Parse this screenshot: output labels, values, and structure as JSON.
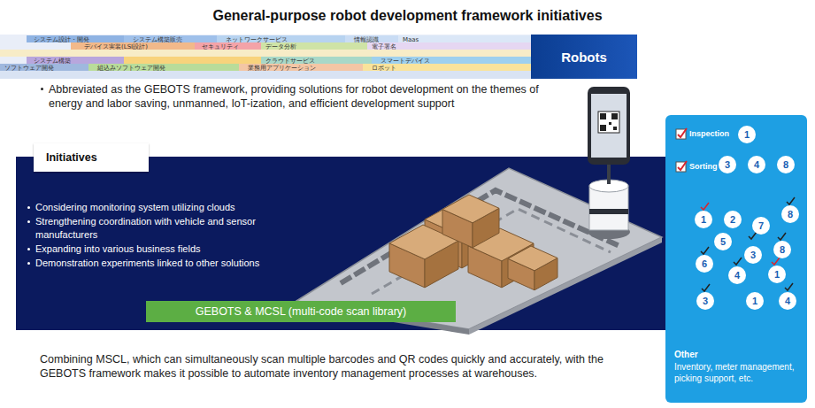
{
  "diagram": {
    "title": "General-purpose robot development framework initiatives",
    "nodes": [
      {
        "text": [
          "Robots"
        ]
      },
      {
        "text": [
          "Considering monitoring system utilizing clouds",
          "Strengthening coordination with vehicle and sensor manufacturers",
          "Expanding into various business fields",
          "Demonstration experiments linked to other solutions"
        ]
      },
      {
        "text": [
          "Initiatives"
        ],
        "in": 1
      },
      {
        "text": [
          "GEBOTS & MCSL (multi-code scan library)"
        ],
        "in": 1
      },
      {
        "text": [
          "Inspection",
          "Sorting",
          "Other",
          "Inventory, meter management, picking support, etc."
        ]
      },
      {
        "text": [
          "1"
        ],
        "in": 4
      },
      {
        "text": [
          "3"
        ],
        "in": 4
      },
      {
        "text": [
          "4"
        ],
        "in": 4
      },
      {
        "text": [
          "8"
        ],
        "in": 4
      },
      {
        "text": [
          "1"
        ],
        "in": 4
      },
      {
        "text": [
          "2"
        ],
        "in": 4
      },
      {
        "text": [
          "7"
        ],
        "in": 4
      },
      {
        "text": [
          "8"
        ],
        "in": 4
      },
      {
        "text": [
          "5"
        ],
        "in": 4
      },
      {
        "text": [
          "3"
        ],
        "in": 4
      },
      {
        "text": [
          "8"
        ],
        "in": 4
      },
      {
        "text": [
          "6"
        ],
        "in": 4
      },
      {
        "text": [
          "4"
        ],
        "in": 4
      },
      {
        "text": [
          "1"
        ],
        "in": 4
      },
      {
        "text": [
          "3"
        ],
        "in": 4
      },
      {
        "text": [
          "1"
        ],
        "in": 4
      },
      {
        "text": [
          "4"
        ],
        "in": 4
      }
    ],
    "labels": [
      "システム設計・開発",
      "システム構築販売",
      "ネットワークサービス",
      "情報認識",
      "Maas",
      "デバイス実装(LSI設計)",
      "セキュリティ",
      "データ分析",
      "電子署名",
      "システム構築",
      "クラウドサービス",
      "スマートデバイス",
      "ソフトウェア開発",
      "組込みソフトウェア開発",
      "業務用アプリケーション",
      "ロボット",
      "Abbreviated as the GEBOTS framework, providing solutions for robot development on the themes of energy and labor saving, unmanned, IoT-ization, and efficient development support",
      "Combining MSCL, which can simultaneously scan multiple barcodes and QR codes quickly and accurately, with the GEBOTS framework makes it possible to automate inventory management processes at warehouses."
    ]
  }
}
